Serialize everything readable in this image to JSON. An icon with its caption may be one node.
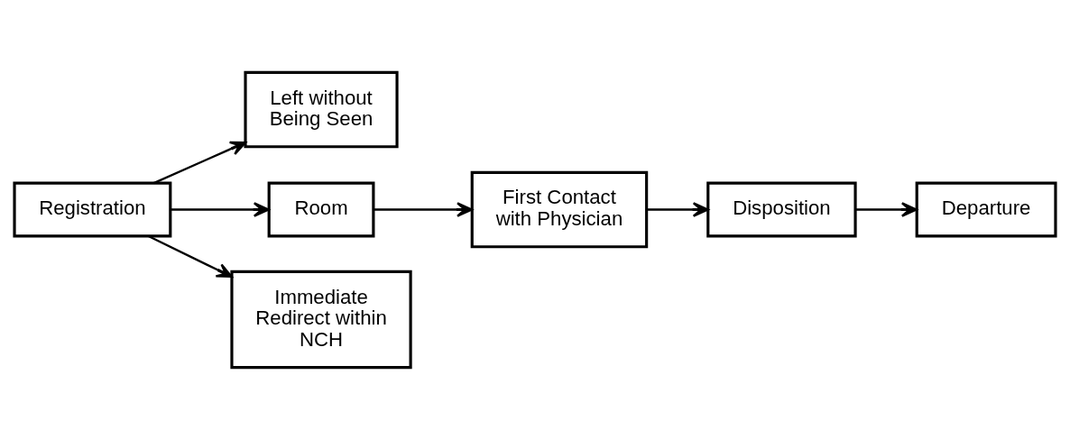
{
  "diagram": {
    "nodes": [
      {
        "text": [
          "Registration"
        ]
      },
      {
        "text": [
          "Left without Being Seen"
        ]
      },
      {
        "text": [
          "Room"
        ]
      },
      {
        "text": [
          "Immediate Redirect within NCH"
        ]
      },
      {
        "text": [
          "First Contact with Physician"
        ]
      },
      {
        "text": [
          "Disposition"
        ]
      },
      {
        "text": [
          "Departure"
        ]
      }
    ],
    "edges": [
      {
        "from": 0,
        "to": 1,
        "arrow": "to"
      },
      {
        "from": 0,
        "to": 2,
        "arrow": "to"
      },
      {
        "from": 0,
        "to": 3,
        "arrow": "to"
      },
      {
        "from": 2,
        "to": 4,
        "arrow": "to"
      },
      {
        "from": 4,
        "to": 5,
        "arrow": "to"
      },
      {
        "from": 5,
        "to": 6,
        "arrow": "to"
      }
    ]
  }
}
